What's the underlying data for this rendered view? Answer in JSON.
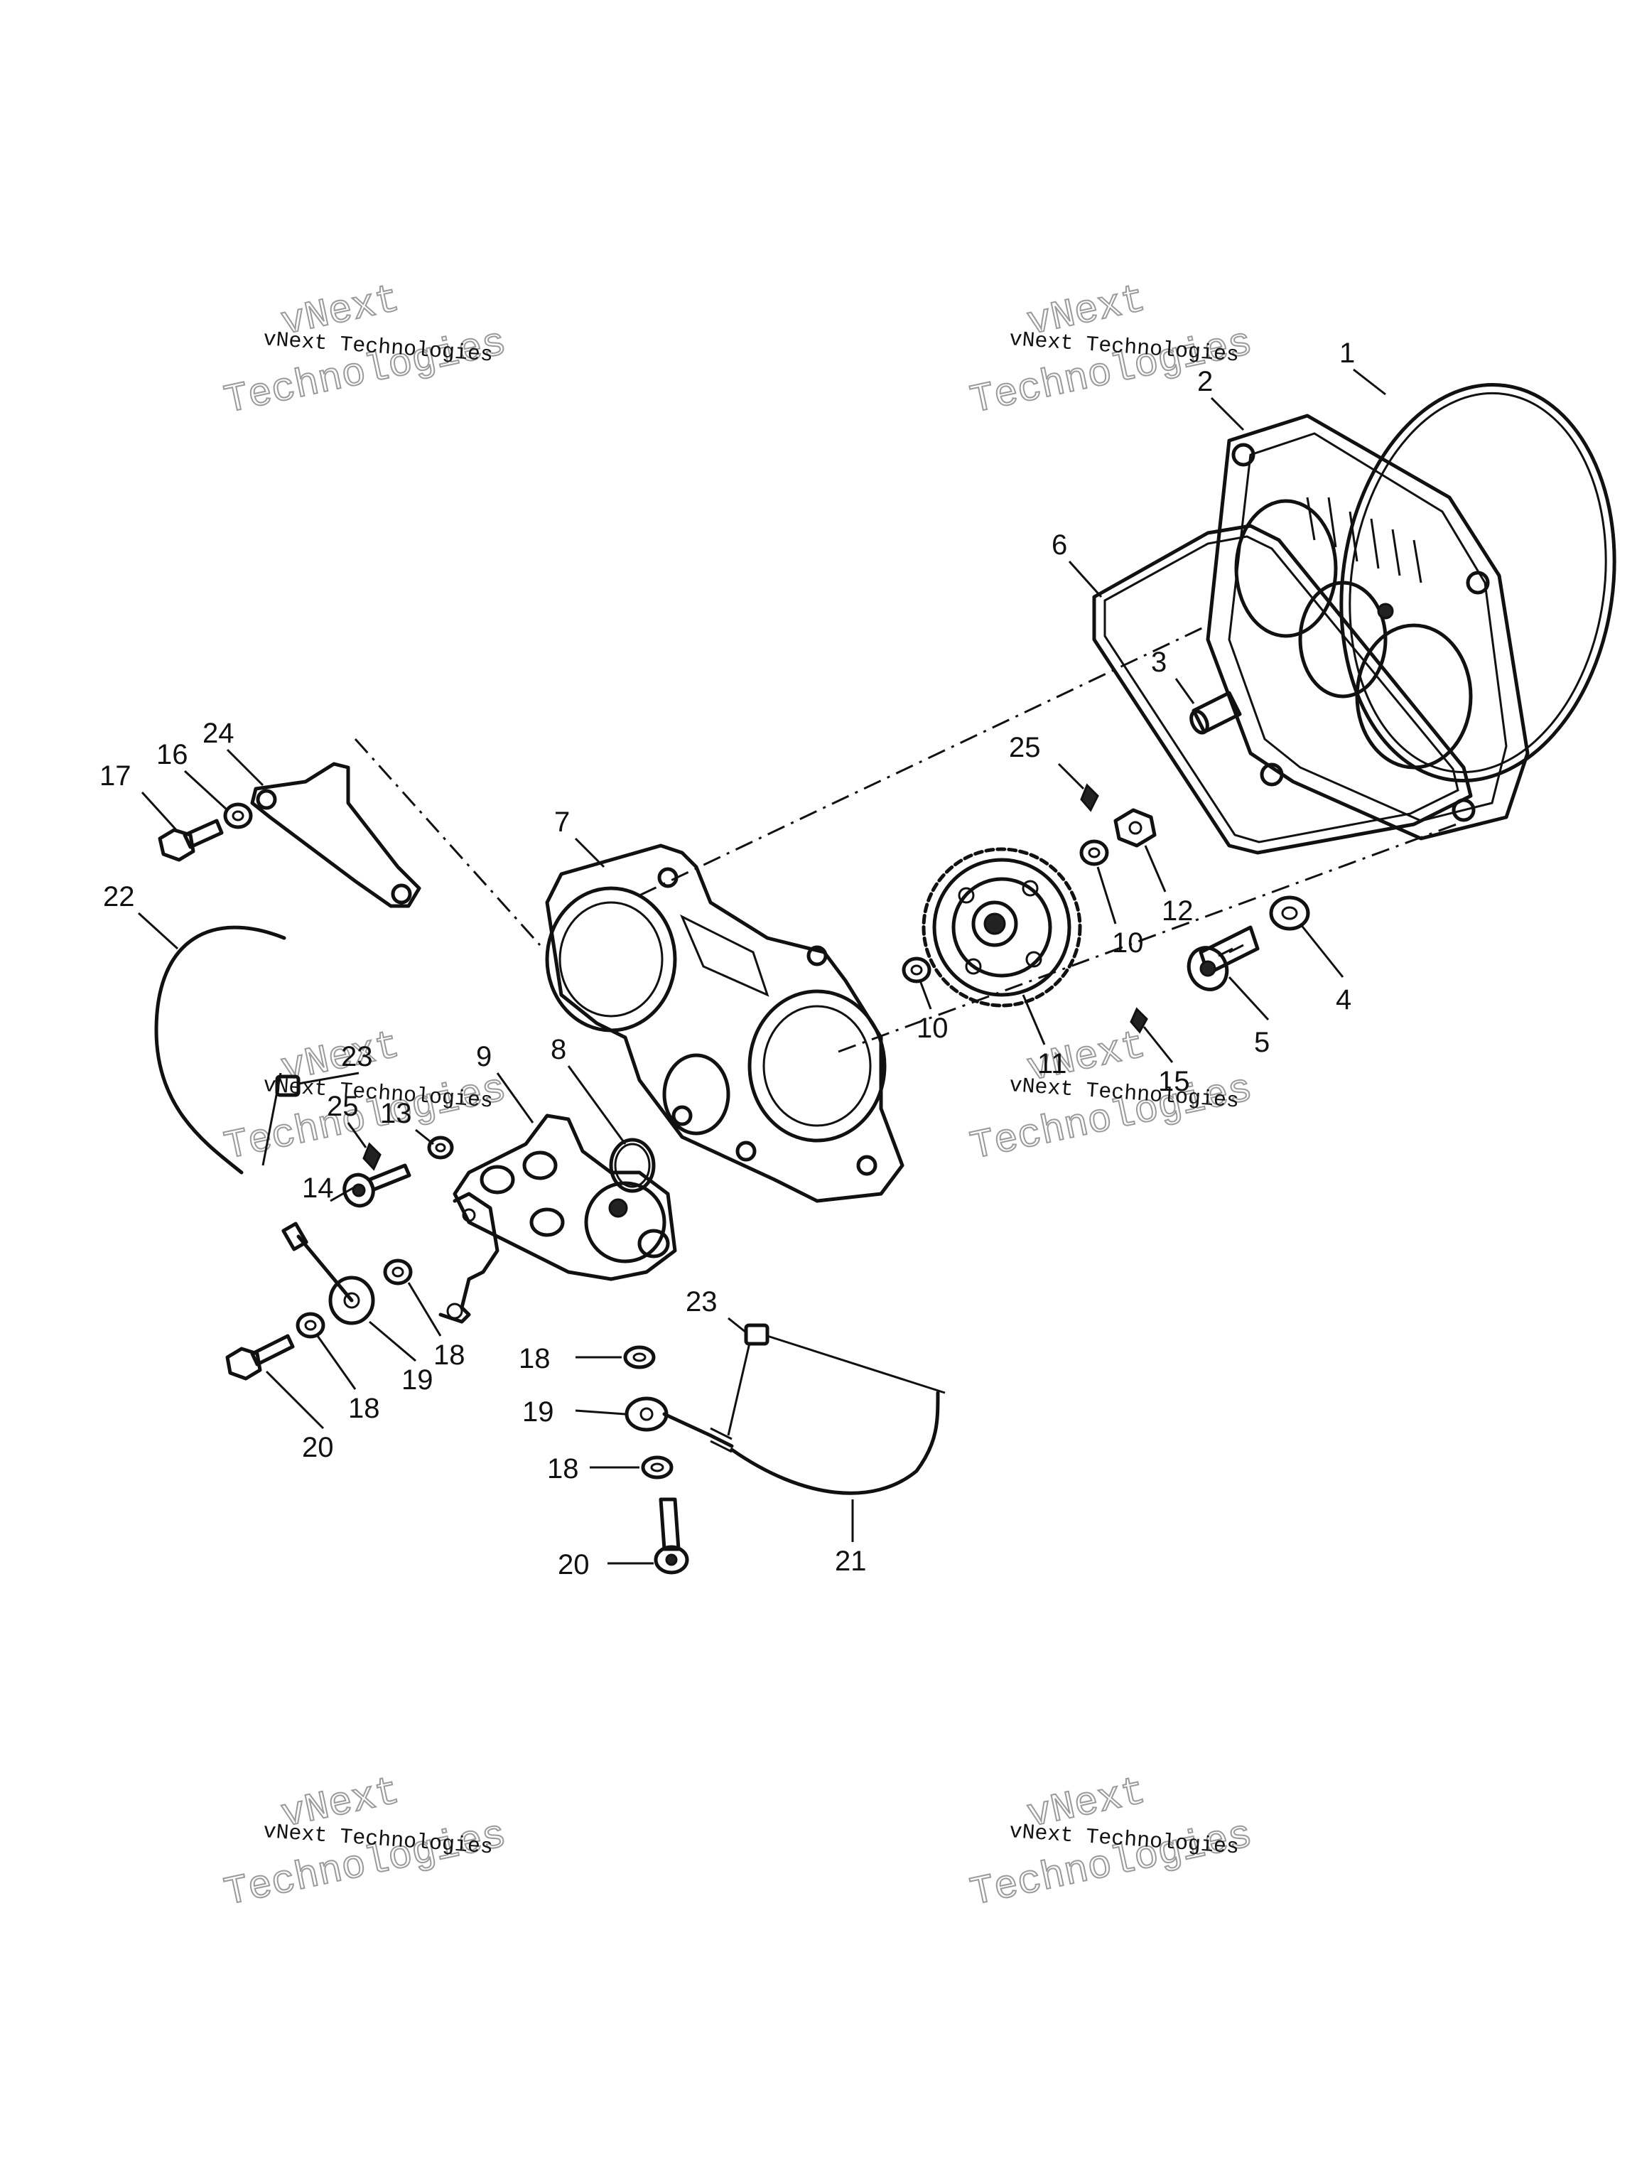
{
  "watermark": {
    "line1": "vNext",
    "line2": "Technologies",
    "small": "vNext Technologies"
  },
  "callouts": [
    {
      "key": "c1",
      "label": "1"
    },
    {
      "key": "c2",
      "label": "2"
    },
    {
      "key": "c3",
      "label": "3"
    },
    {
      "key": "c4",
      "label": "4"
    },
    {
      "key": "c5",
      "label": "5"
    },
    {
      "key": "c6",
      "label": "6"
    },
    {
      "key": "c7",
      "label": "7"
    },
    {
      "key": "c8",
      "label": "8"
    },
    {
      "key": "c9",
      "label": "9"
    },
    {
      "key": "c10a",
      "label": "10"
    },
    {
      "key": "c10b",
      "label": "10"
    },
    {
      "key": "c11",
      "label": "11"
    },
    {
      "key": "c12",
      "label": "12"
    },
    {
      "key": "c13",
      "label": "13"
    },
    {
      "key": "c14",
      "label": "14"
    },
    {
      "key": "c15",
      "label": "15"
    },
    {
      "key": "c16",
      "label": "16"
    },
    {
      "key": "c17",
      "label": "17"
    },
    {
      "key": "c18a",
      "label": "18"
    },
    {
      "key": "c18b",
      "label": "18"
    },
    {
      "key": "c18c",
      "label": "18"
    },
    {
      "key": "c18d",
      "label": "18"
    },
    {
      "key": "c19a",
      "label": "19"
    },
    {
      "key": "c19b",
      "label": "19"
    },
    {
      "key": "c20a",
      "label": "20"
    },
    {
      "key": "c20b",
      "label": "20"
    },
    {
      "key": "c21",
      "label": "21"
    },
    {
      "key": "c22",
      "label": "22"
    },
    {
      "key": "c23a",
      "label": "23"
    },
    {
      "key": "c23b",
      "label": "23"
    },
    {
      "key": "c24",
      "label": "24"
    },
    {
      "key": "c25a",
      "label": "25"
    },
    {
      "key": "c25b",
      "label": "25"
    }
  ]
}
